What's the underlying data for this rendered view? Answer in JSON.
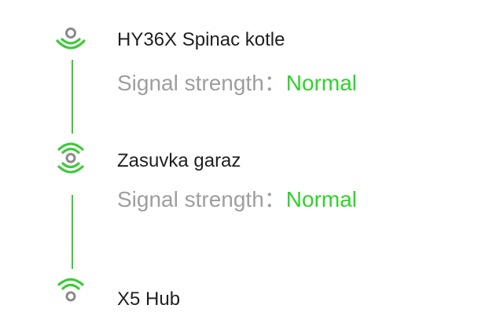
{
  "colors": {
    "accent_green": "#2fd32a",
    "icon_green": "#3ec93a",
    "icon_grey": "#8a8a8a",
    "label_grey": "#9e9e9e",
    "name_text": "#1f1f1f"
  },
  "devices": [
    {
      "name": "HY36X Spinac kotle",
      "signal_label": "Signal strength：",
      "signal_value": "Normal",
      "icon": "signal-waves-down-icon"
    },
    {
      "name": "Zasuvka garaz",
      "signal_label": "Signal strength：",
      "signal_value": "Normal",
      "icon": "signal-waves-both-icon"
    },
    {
      "name": "X5 Hub",
      "icon": "signal-waves-up-icon"
    }
  ]
}
